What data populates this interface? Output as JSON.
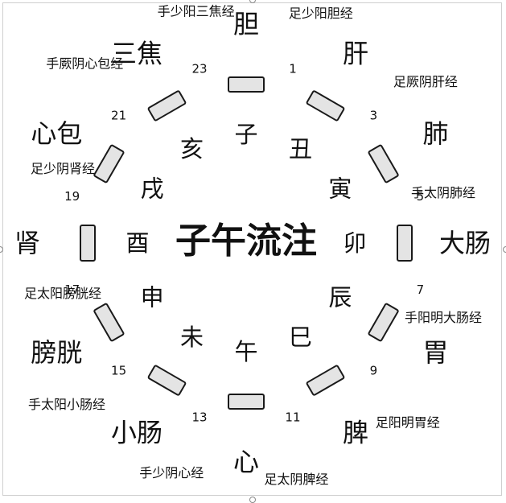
{
  "title": "子午流注",
  "segments": [
    {
      "branch": "子",
      "hour": "23",
      "organ": "胆",
      "channel": "足少阳胆经"
    },
    {
      "branch": "丑",
      "hour": "1",
      "organ": "肝",
      "channel": "足厥阴肝经"
    },
    {
      "branch": "寅",
      "hour": "3",
      "organ": "肺",
      "channel": "手太阴肺经"
    },
    {
      "branch": "卯",
      "hour": "5",
      "organ": "大肠",
      "channel": "手阳明大肠经"
    },
    {
      "branch": "辰",
      "hour": "7",
      "organ": "胃",
      "channel": "足阳明胃经"
    },
    {
      "branch": "巳",
      "hour": "9",
      "organ": "脾",
      "channel": "足太阴脾经"
    },
    {
      "branch": "午",
      "hour": "11",
      "organ": "心",
      "channel": "手少阴心经"
    },
    {
      "branch": "未",
      "hour": "13",
      "organ": "小肠",
      "channel": "手太阳小肠经"
    },
    {
      "branch": "申",
      "hour": "15",
      "organ": "膀胱",
      "channel": "足太阳膀胱经"
    },
    {
      "branch": "酉",
      "hour": "17",
      "organ": "肾",
      "channel": "足少阴肾经"
    },
    {
      "branch": "戌",
      "hour": "19",
      "organ": "心包",
      "channel": "手厥阴心包经"
    },
    {
      "branch": "亥",
      "hour": "21",
      "organ": "三焦",
      "channel": "手少阳三焦经"
    }
  ]
}
